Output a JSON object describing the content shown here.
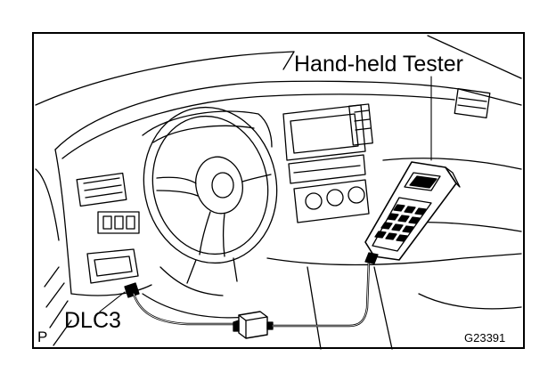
{
  "labels": {
    "tester": "Hand-held Tester",
    "connector": "DLC3",
    "corner_mark": "P",
    "figure_code": "G23391"
  },
  "colors": {
    "ink": "#000000",
    "background": "#ffffff"
  }
}
